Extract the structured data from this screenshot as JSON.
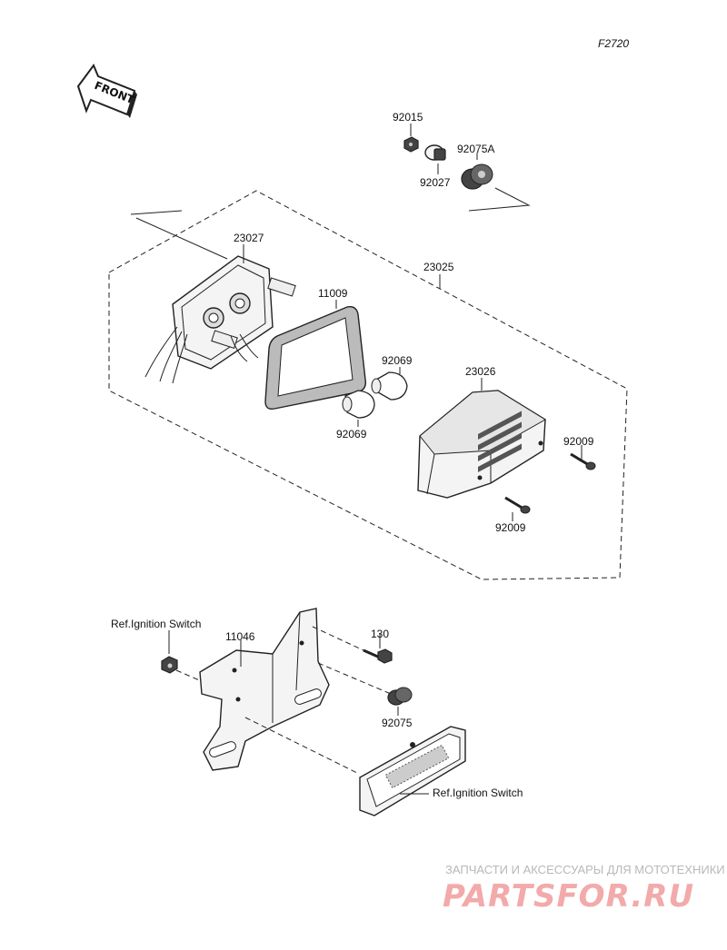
{
  "diagram_code": "F2720",
  "front_label": "FRONT",
  "parts": {
    "p92015": "92015",
    "p92027": "92027",
    "p92075A": "92075A",
    "p23027": "23027",
    "p23025": "23025",
    "p11009": "11009",
    "p92069_a": "92069",
    "p92069_b": "92069",
    "p23026": "23026",
    "p92009_a": "92009",
    "p92009_b": "92009",
    "ref_ignition_1": "Ref.Ignition Switch",
    "p11046": "11046",
    "p130": "130",
    "p92075": "92075",
    "ref_ignition_2": "Ref.Ignition Switch"
  },
  "watermark": {
    "top_text": "ЗАПЧАСТИ И АКСЕССУАРЫ ДЛЯ МОТОТЕХНИКИ",
    "brand": "PARTSFOR.RU"
  },
  "colors": {
    "line": "#222222",
    "watermark_text": "#b8b8b8",
    "watermark_brand": "#f2aaaa"
  }
}
